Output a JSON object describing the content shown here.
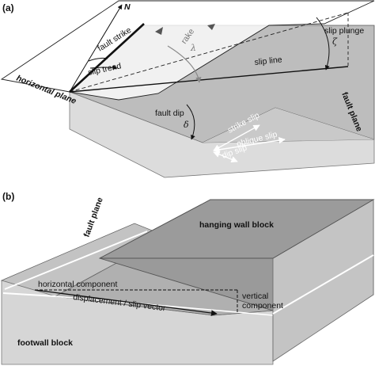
{
  "panel_a": {
    "label": "(a)",
    "north": "N",
    "horizontal_plane": "horizontal plane",
    "fault_strike": "fault strike",
    "slip_trend": "slip trend",
    "rake": "rake",
    "rake_symbol": "λ",
    "slip_plunge": "slip plunge",
    "plunge_symbol": "ζ",
    "slip_line": "slip line",
    "fault_plane": "fault plane",
    "fault_dip": "fault dip",
    "dip_symbol": "δ",
    "strike_slip": "strike slip",
    "oblique_slip": "oblique slip",
    "dip_slip": "dip slip"
  },
  "panel_b": {
    "label": "(b)",
    "fault_plane": "fault plane",
    "hanging_wall_block": "hanging wall block",
    "horizontal_component": "horizontal component",
    "vertical_component": "vertical component",
    "displacement_slip_vector": "displacement / slip vector",
    "footwall_block": "footwall block"
  }
}
